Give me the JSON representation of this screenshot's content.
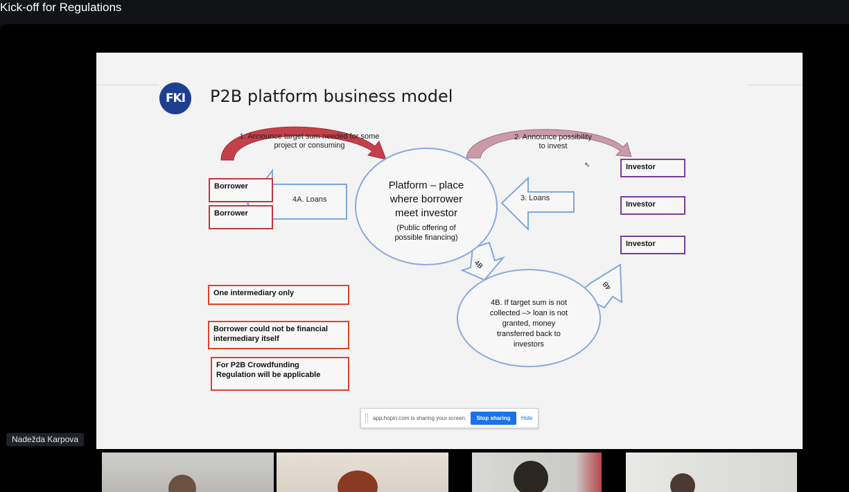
{
  "window": {
    "title": "Kick-off for Regulations"
  },
  "slide": {
    "title": "P2B platform business model",
    "logo_text": "FKI",
    "announce1": [
      "1. Announce target sum needed for some",
      "project or consuming"
    ],
    "announce2": [
      "2. Announce possibility",
      "to invest"
    ],
    "platform": {
      "main": [
        "Platform – place",
        "where borrower",
        "meet investor"
      ],
      "sub": [
        "(Public offering of",
        "possible financing)"
      ]
    },
    "borrowers": [
      "Borrower",
      "Borrower"
    ],
    "investors": [
      "Investor",
      "Investor",
      "Investor"
    ],
    "arrow_4a": "4A. Loans",
    "arrow_3": "3. Loans",
    "arrow_4b_tag": "4B",
    "refund": [
      "4B. If target sum is not",
      "collected –> loan is not",
      "granted, money",
      "transferred back to",
      "investors"
    ],
    "notes": [
      [
        "One intermediary only"
      ],
      [
        "Borrower could not be financial",
        "intermediary itself"
      ],
      [
        "For P2B Crowdfunding",
        "Regulation will be applicable"
      ]
    ],
    "colors": {
      "borrower_border": "#c0363f",
      "investor_border": "#7b3b9c",
      "note_border": "#e0412b",
      "arrow_blue": "#7fa7dd",
      "logo_bg": "#1d3f8f"
    }
  },
  "share_bar": {
    "message": "app.hopin.com is sharing your screen.",
    "stop_label": "Stop sharing",
    "hide_label": "Hide"
  },
  "participant": {
    "name": "Nadežda Karpova"
  },
  "video_tiles": [
    "participant-1",
    "participant-2",
    "participant-3",
    "participant-4"
  ]
}
